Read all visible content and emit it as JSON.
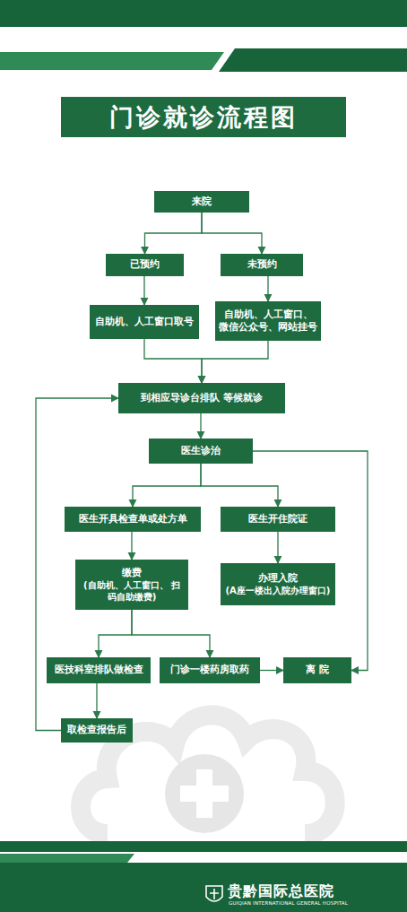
{
  "diagram": {
    "title": "门诊就诊流程图",
    "nodes": [
      {
        "text": [
          "来院"
        ]
      },
      {
        "text": [
          "已预约"
        ]
      },
      {
        "text": [
          "未预约"
        ]
      },
      {
        "text": [
          "自助机、人工窗口取号"
        ]
      },
      {
        "text": [
          "自助机、人工窗口、 微信公众号、网站挂号"
        ]
      },
      {
        "text": [
          "到相应导诊台排队 等候就诊"
        ]
      },
      {
        "text": [
          "医生诊治"
        ]
      },
      {
        "text": [
          "医生开具检查单或处方单"
        ]
      },
      {
        "text": [
          "医生开住院证"
        ]
      },
      {
        "text": [
          "缴费",
          "(自助机、人工窗口、 扫码自助缴费)"
        ]
      },
      {
        "text": [
          "办理入院",
          "(A座一楼出入院办理窗口)"
        ]
      },
      {
        "text": [
          "医技科室排队做检查"
        ]
      },
      {
        "text": [
          "门诊一楼药房取药"
        ]
      },
      {
        "text": [
          "离 院"
        ]
      },
      {
        "text": [
          "取检查报告后"
        ]
      }
    ],
    "edges": [
      {
        "from": 0,
        "to": 1,
        "arrow": "to"
      },
      {
        "from": 0,
        "to": 2,
        "arrow": "to"
      },
      {
        "from": 1,
        "to": 3,
        "arrow": "to"
      },
      {
        "from": 2,
        "to": 4,
        "arrow": "to"
      },
      {
        "from": 3,
        "to": 5,
        "arrow": "to"
      },
      {
        "from": 4,
        "to": 5,
        "arrow": "to"
      },
      {
        "from": 5,
        "to": 6,
        "arrow": "to"
      },
      {
        "from": 6,
        "to": 7,
        "arrow": "to"
      },
      {
        "from": 6,
        "to": 8,
        "arrow": "to"
      },
      {
        "from": 6,
        "to": 13,
        "arrow": "to"
      },
      {
        "from": 7,
        "to": 9,
        "arrow": "to"
      },
      {
        "from": 8,
        "to": 10,
        "arrow": "to"
      },
      {
        "from": 9,
        "to": 11,
        "arrow": "to"
      },
      {
        "from": 9,
        "to": 12,
        "arrow": "to"
      },
      {
        "from": 11,
        "to": 14,
        "arrow": "to"
      },
      {
        "from": 12,
        "to": 13,
        "arrow": "to"
      },
      {
        "from": 14,
        "to": 5,
        "arrow": "to"
      }
    ],
    "labels": [
      "贵黔国际总医院",
      "GUIQIAN INTERNATIONAL GENERAL HOSPITAL"
    ]
  }
}
